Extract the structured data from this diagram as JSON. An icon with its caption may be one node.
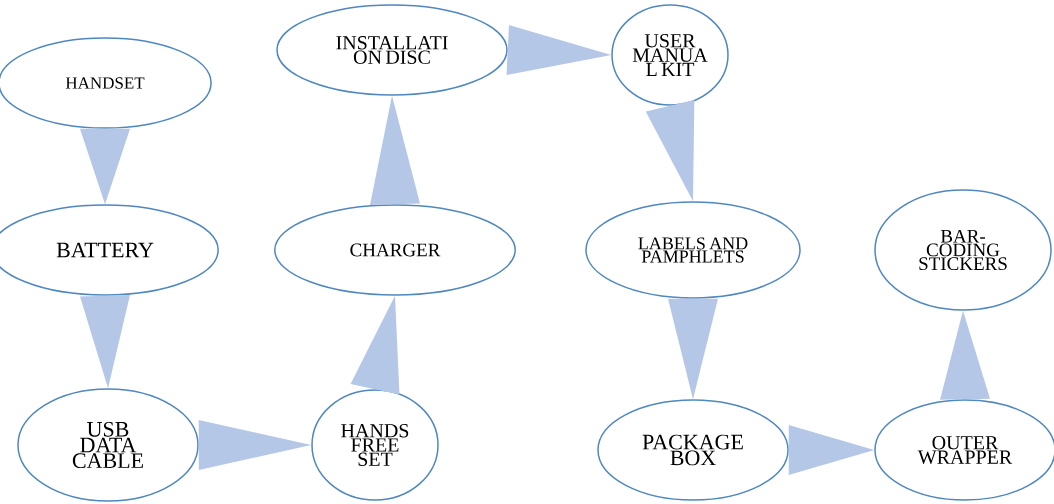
{
  "diagram": {
    "nodes": [
      {
        "text": [
          "HANDSET"
        ]
      },
      {
        "text": [
          "BATTERY"
        ]
      },
      {
        "text": [
          "USB DATA CABLE"
        ]
      },
      {
        "text": [
          "HANDS FREE SET"
        ]
      },
      {
        "text": [
          "CHARGER"
        ]
      },
      {
        "text": [
          "INSTALLATI ON DISC"
        ]
      },
      {
        "text": [
          "USER MANUA L KIT"
        ]
      },
      {
        "text": [
          "LABELS AND PAMPHLETS"
        ]
      },
      {
        "text": [
          "PACKAGE BOX"
        ]
      },
      {
        "text": [
          "OUTER WRAPPER"
        ]
      },
      {
        "text": [
          "BAR- CODING STICKERS"
        ]
      }
    ],
    "edges": [
      {
        "from": 0,
        "to": 1,
        "arrow": "to"
      },
      {
        "from": 1,
        "to": 2,
        "arrow": "to"
      },
      {
        "from": 2,
        "to": 3,
        "arrow": "to"
      },
      {
        "from": 3,
        "to": 4,
        "arrow": "to"
      },
      {
        "from": 4,
        "to": 5,
        "arrow": "to"
      },
      {
        "from": 5,
        "to": 6,
        "arrow": "to"
      },
      {
        "from": 6,
        "to": 7,
        "arrow": "to"
      },
      {
        "from": 7,
        "to": 8,
        "arrow": "to"
      },
      {
        "from": 8,
        "to": 9,
        "arrow": "to"
      },
      {
        "from": 9,
        "to": 10,
        "arrow": "to"
      }
    ]
  }
}
